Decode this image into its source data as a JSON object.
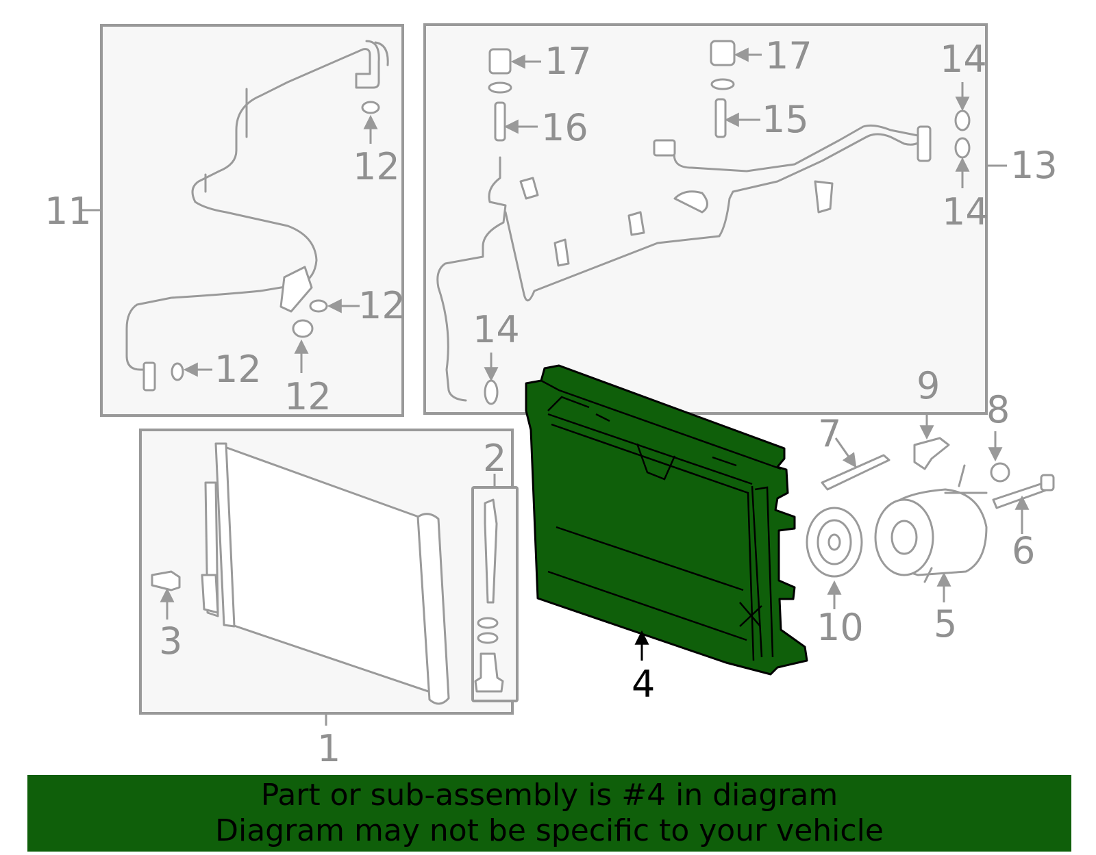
{
  "callouts": {
    "c1": "1",
    "c2": "2",
    "c3": "3",
    "c4": "4",
    "c5": "5",
    "c6": "6",
    "c7": "7",
    "c8": "8",
    "c9": "9",
    "c10": "10",
    "c11": "11",
    "c12a": "12",
    "c12b": "12",
    "c12c": "12",
    "c12d": "12",
    "c13": "13",
    "c14a": "14",
    "c14b": "14",
    "c14c": "14",
    "c15": "15",
    "c16": "16",
    "c17a": "17",
    "c17b": "17"
  },
  "highlighted_part": "4",
  "colors": {
    "highlight": "#0f5f0a",
    "lines": "#999999",
    "box_fill": "#f7f7f7"
  },
  "footer": {
    "line1": "Part or sub-assembly is #4 in diagram",
    "line2": "Diagram may not be specific to your vehicle"
  }
}
